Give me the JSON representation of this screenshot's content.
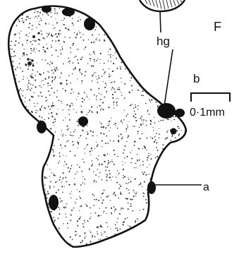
{
  "figure": {
    "panel_letter": "F",
    "scale_bar_letter": "b",
    "scale_bar_value": "0·1mm",
    "labels": {
      "hg": "hg",
      "a": "a"
    }
  },
  "colors": {
    "ink": "#111111",
    "paper": "#ffffff",
    "stipple": "#2a2a2a"
  }
}
